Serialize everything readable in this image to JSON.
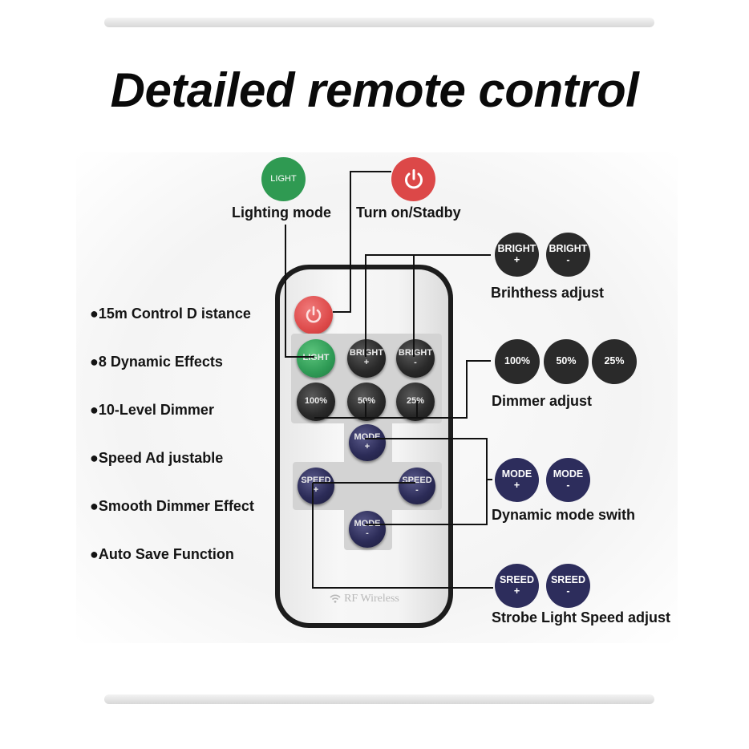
{
  "title": "Detailed remote control",
  "features": [
    "●15m Control D istance",
    "●8 Dynamic Effects",
    "●10-Level Dimmer",
    "●Speed Ad justable",
    "●Smooth Dimmer Effect",
    "●Auto Save Function"
  ],
  "callouts": {
    "lighting_mode": {
      "caption": "Lighting mode",
      "button": "LIGHT"
    },
    "power": {
      "caption": "Turn on/Stadby"
    },
    "brightness": {
      "caption": "Brihthess adjust",
      "plus": [
        "BRIGHT",
        "+"
      ],
      "minus": [
        "BRIGHT",
        "-"
      ]
    },
    "dimmer": {
      "caption": "Dimmer adjust",
      "levels": [
        "100%",
        "50%",
        "25%"
      ]
    },
    "mode": {
      "caption": "Dynamic mode swith",
      "plus": [
        "MODE",
        "+"
      ],
      "minus": [
        "MODE",
        "-"
      ]
    },
    "speed": {
      "caption": "Strobe Light Speed adjust",
      "plus": [
        "SREED",
        "+"
      ],
      "minus": [
        "SREED",
        "-"
      ]
    }
  },
  "remote": {
    "light": "LIGHT",
    "bright_plus": [
      "BRIGHT",
      "+"
    ],
    "bright_minus": [
      "BRIGHT",
      "-"
    ],
    "dim": [
      "100%",
      "50%",
      "25%"
    ],
    "mode_plus": [
      "MODE",
      "+"
    ],
    "mode_minus": [
      "MODE",
      "-"
    ],
    "speed_plus": [
      "SPEED",
      "+"
    ],
    "speed_minus": [
      "SPEED",
      "-"
    ],
    "wireless": "RF Wireless"
  },
  "colors": {
    "power": "#dc4848",
    "light": "#2f9a52",
    "navy": "#2d2d5c",
    "dark": "#2a2a2a"
  }
}
